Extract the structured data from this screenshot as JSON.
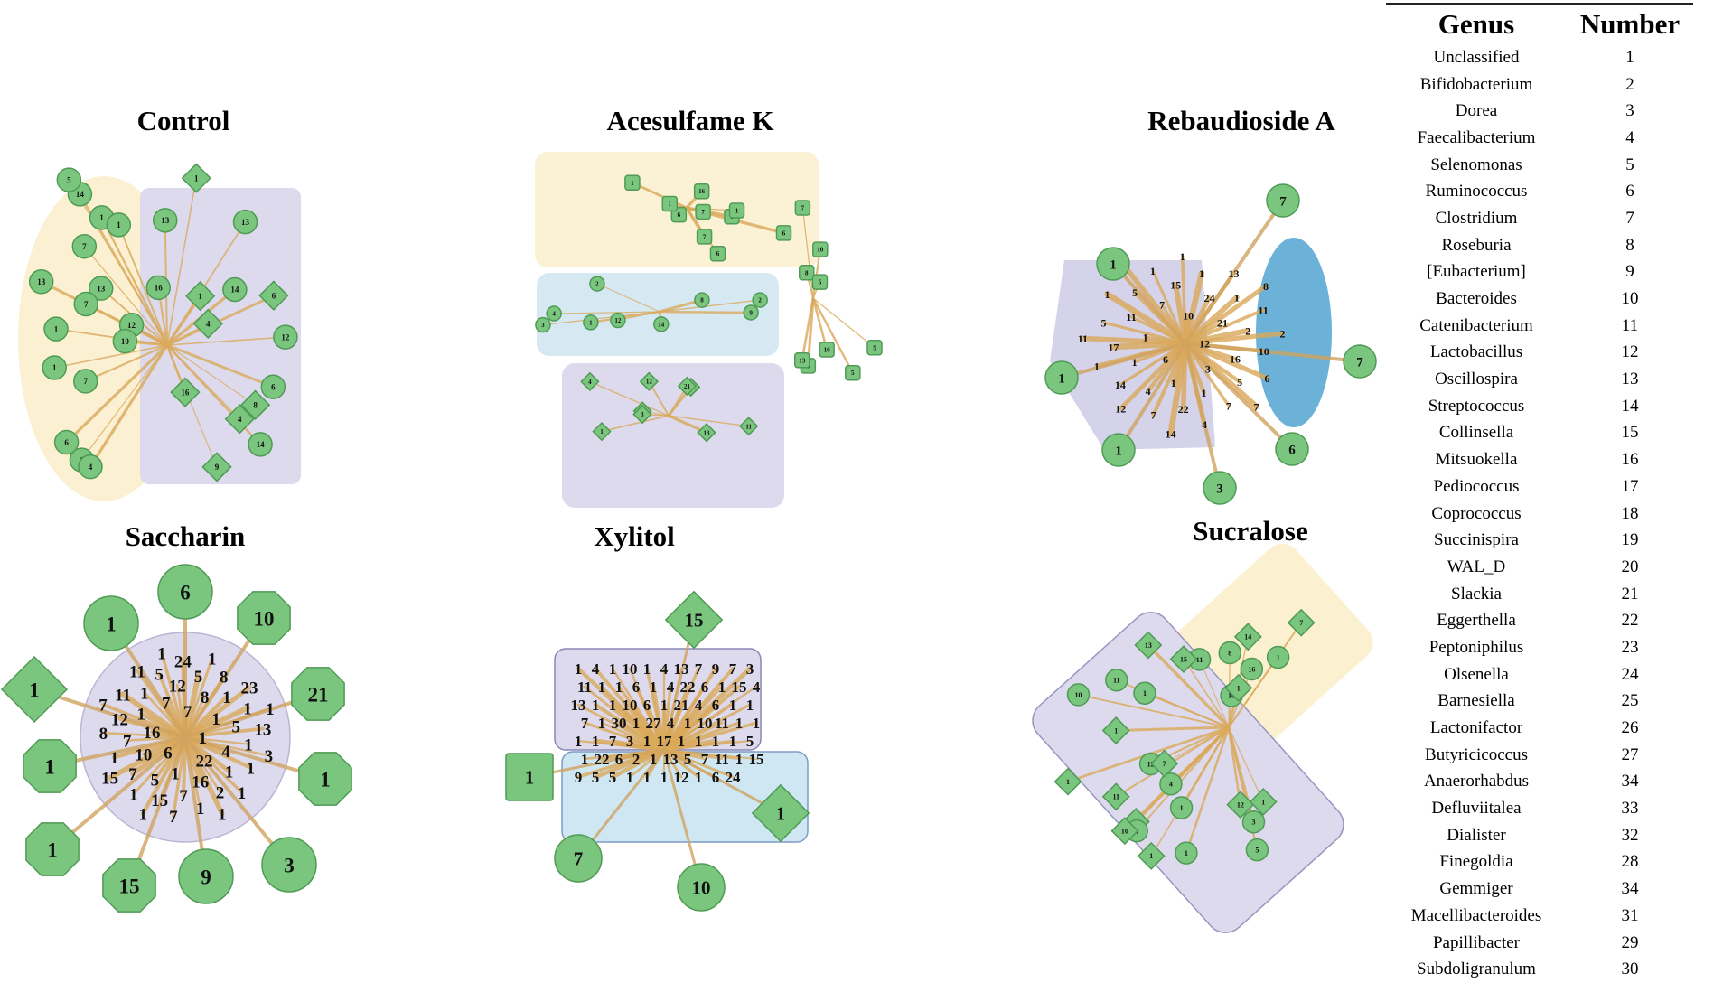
{
  "panels": [
    {
      "id": "control",
      "title": "Control"
    },
    {
      "id": "acesulfame",
      "title": "Acesulfame K"
    },
    {
      "id": "rebaudioside",
      "title": "Rebaudioside A"
    },
    {
      "id": "saccharin",
      "title": "Saccharin"
    },
    {
      "id": "xylitol",
      "title": "Xylitol"
    },
    {
      "id": "sucralose",
      "title": "Sucralose"
    }
  ],
  "legend": {
    "header_genus": "Genus",
    "header_number": "Number",
    "rows": [
      {
        "genus": "Unclassified",
        "number": "1"
      },
      {
        "genus": "Bifidobacterium",
        "number": "2"
      },
      {
        "genus": "Dorea",
        "number": "3"
      },
      {
        "genus": "Faecalibacterium",
        "number": "4"
      },
      {
        "genus": "Selenomonas",
        "number": "5"
      },
      {
        "genus": "Ruminococcus",
        "number": "6"
      },
      {
        "genus": "Clostridium",
        "number": "7"
      },
      {
        "genus": "Roseburia",
        "number": "8"
      },
      {
        "genus": "[Eubacterium]",
        "number": "9"
      },
      {
        "genus": "Bacteroides",
        "number": "10"
      },
      {
        "genus": "Catenibacterium",
        "number": "11"
      },
      {
        "genus": "Lactobacillus",
        "number": "12"
      },
      {
        "genus": "Oscillospira",
        "number": "13"
      },
      {
        "genus": "Streptococcus",
        "number": "14"
      },
      {
        "genus": "Collinsella",
        "number": "15"
      },
      {
        "genus": "Mitsuokella",
        "number": "16"
      },
      {
        "genus": "Pediococcus",
        "number": "17"
      },
      {
        "genus": "Coprococcus",
        "number": "18"
      },
      {
        "genus": "Succinispira",
        "number": "19"
      },
      {
        "genus": "WAL_D",
        "number": "20"
      },
      {
        "genus": "Slackia",
        "number": "21"
      },
      {
        "genus": "Eggerthella",
        "number": "22"
      },
      {
        "genus": "Peptoniphilus",
        "number": "23"
      },
      {
        "genus": "Olsenella",
        "number": "24"
      },
      {
        "genus": "Barnesiella",
        "number": "25"
      },
      {
        "genus": "Lactonifactor",
        "number": "26"
      },
      {
        "genus": "Butyricicoccus",
        "number": "27"
      },
      {
        "genus": "Anaerorhabdus",
        "number": "34"
      },
      {
        "genus": "Defluviitalea",
        "number": "33"
      },
      {
        "genus": "Dialister",
        "number": "32"
      },
      {
        "genus": "Finegoldia",
        "number": "28"
      },
      {
        "genus": "Gemmiger",
        "number": "34"
      },
      {
        "genus": "Macellibacteroides",
        "number": "31"
      },
      {
        "genus": "Papillibacter",
        "number": "29"
      },
      {
        "genus": "Subdoligranulum",
        "number": "30"
      }
    ]
  },
  "networks": {
    "saccharin": {
      "outer": [
        {
          "label": "6",
          "shape": "circle"
        },
        {
          "label": "10",
          "shape": "octagon"
        },
        {
          "label": "21",
          "shape": "octagon"
        },
        {
          "label": "1",
          "shape": "octagon"
        },
        {
          "label": "3",
          "shape": "circle"
        },
        {
          "label": "9",
          "shape": "circle"
        },
        {
          "label": "15",
          "shape": "octagon"
        },
        {
          "label": "1",
          "shape": "octagon"
        },
        {
          "label": "1",
          "shape": "octagon"
        },
        {
          "label": "1",
          "shape": "diamond"
        },
        {
          "label": "1",
          "shape": "circle"
        }
      ],
      "inner": [
        "1",
        "6",
        "7",
        "22",
        "16",
        "1",
        "1",
        "7",
        "4",
        "10",
        "8",
        "16",
        "1",
        "5",
        "5",
        "12",
        "1",
        "7",
        "1",
        "7",
        "1",
        "1",
        "7",
        "5",
        "2",
        "12",
        "1",
        "15",
        "5",
        "1",
        "1",
        "8",
        "1",
        "11",
        "13",
        "1",
        "24",
        "1",
        "8",
        "23",
        "7",
        "11",
        "3",
        "15",
        "1",
        "1",
        "7",
        "1",
        "1",
        "1"
      ]
    },
    "xylitol": {
      "outer": [
        {
          "label": "15",
          "shape": "diamond"
        },
        {
          "label": "1",
          "shape": "square"
        },
        {
          "label": "1",
          "shape": "diamond"
        },
        {
          "label": "7",
          "shape": "circle"
        },
        {
          "label": "10",
          "shape": "circle"
        }
      ],
      "inner": [
        "1",
        "4",
        "1",
        "10",
        "1",
        "4",
        "13",
        "7",
        "9",
        "7",
        "3",
        "11",
        "1",
        "1",
        "6",
        "1",
        "4",
        "22",
        "6",
        "1",
        "15",
        "4",
        "13",
        "1",
        "1",
        "10",
        "6",
        "1",
        "21",
        "4",
        "6",
        "1",
        "1",
        "7",
        "1",
        "30",
        "1",
        "27",
        "4",
        "1",
        "10",
        "11",
        "1",
        "1",
        "1",
        "1",
        "7",
        "3",
        "1",
        "17",
        "1",
        "1",
        "1",
        "1",
        "5",
        "1",
        "22",
        "6",
        "2",
        "1",
        "13",
        "5",
        "7",
        "11",
        "1",
        "15",
        "9",
        "5",
        "5",
        "1",
        "1",
        "1",
        "12",
        "1",
        "6",
        "24"
      ]
    },
    "rebaudioside": {
      "outer": [
        {
          "label": "7",
          "shape": "circle"
        },
        {
          "label": "1",
          "shape": "circle"
        },
        {
          "label": "1",
          "shape": "circle"
        },
        {
          "label": "1",
          "shape": "circle"
        },
        {
          "label": "3",
          "shape": "circle"
        },
        {
          "label": "6",
          "shape": "circle"
        },
        {
          "label": "7",
          "shape": "circle"
        }
      ],
      "inner": [
        "12",
        "6",
        "10",
        "3",
        "1",
        "21",
        "1",
        "7",
        "16",
        "1",
        "24",
        "1",
        "11",
        "2",
        "4",
        "15",
        "5",
        "17",
        "1",
        "22",
        "5",
        "10",
        "14",
        "1",
        "7",
        "5",
        "11",
        "7",
        "1",
        "6",
        "1",
        "13",
        "4",
        "1",
        "2",
        "12",
        "1",
        "7",
        "11",
        "8",
        "14",
        "6"
      ]
    },
    "control": {
      "nodes": [
        "1",
        "6",
        "7",
        "14",
        "4",
        "4",
        "14",
        "12",
        "13",
        "8",
        "7",
        "6",
        "13",
        "9",
        "1",
        "13",
        "1",
        "1",
        "12",
        "16",
        "1",
        "16",
        "6",
        "14",
        "1",
        "1",
        "10",
        "13",
        "7",
        "4",
        "5"
      ]
    },
    "acesulfame": {
      "nodes": [
        "1",
        "2",
        "4",
        "6",
        "7",
        "8",
        "3",
        "5",
        "16",
        "12",
        "21",
        "10",
        "1",
        "14",
        "12",
        "8",
        "6",
        "9",
        "11",
        "13",
        "1",
        "2",
        "3",
        "5",
        "7",
        "4",
        "1",
        "10",
        "6",
        "1",
        "13",
        "7",
        "1",
        "3",
        "4",
        "5",
        "6"
      ]
    },
    "sucralose": {
      "nodes": [
        "10",
        "1",
        "16",
        "1",
        "5",
        "1",
        "11",
        "12",
        "1",
        "11",
        "1",
        "14",
        "12",
        "1",
        "11",
        "13",
        "1",
        "15",
        "1",
        "10",
        "16",
        "1",
        "1",
        "7",
        "4",
        "1",
        "8",
        "7",
        "3"
      ]
    }
  }
}
